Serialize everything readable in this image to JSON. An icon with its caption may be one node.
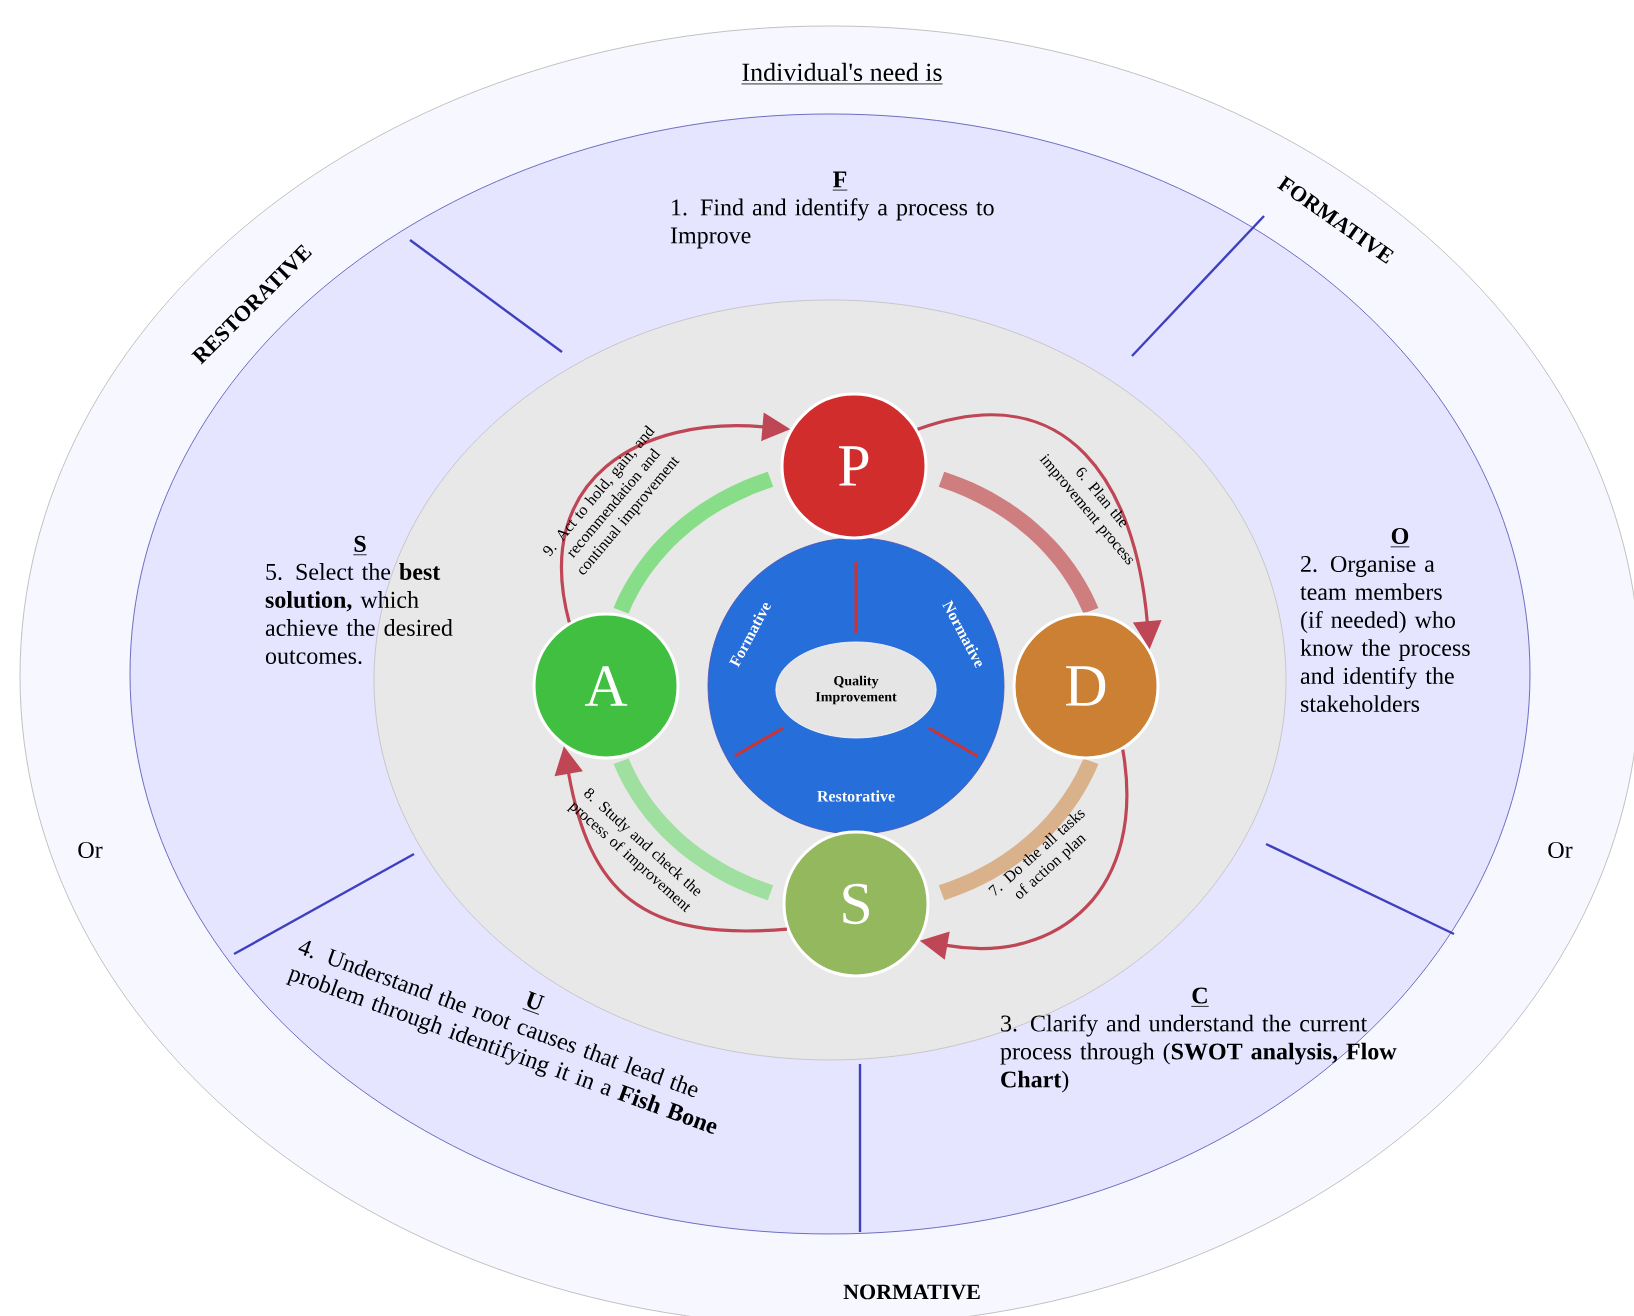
{
  "diagram": {
    "title": "Individual's need is",
    "nodes": [
      {
        "text": [
          "F",
          "1. Find and identify a process to Improve"
        ]
      },
      {
        "text": [
          "O",
          "2. Organise a team members (if needed) who know the process and identify the stakeholders"
        ]
      },
      {
        "text": [
          "C",
          "3. Clarify and understand the current process through (**SWOT analysis, Flow Chart**)"
        ]
      },
      {
        "text": [
          "U",
          "4. Understand the root causes that lead the problem through identifying it in a **Fish Bone**"
        ]
      },
      {
        "text": [
          "S",
          "5. Select the **best solution,** which achieve the desired outcomes."
        ]
      },
      {
        "text": [
          "P"
        ]
      },
      {
        "text": [
          "D"
        ]
      },
      {
        "text": [
          "S"
        ]
      },
      {
        "text": [
          "A"
        ]
      },
      {
        "text": [
          "Quality Improvement"
        ]
      }
    ],
    "edges": [
      {
        "from": 8,
        "to": 5,
        "arrow": "to"
      },
      {
        "from": 5,
        "to": 6,
        "arrow": "to"
      },
      {
        "from": 6,
        "to": 7,
        "arrow": "to"
      },
      {
        "from": 7,
        "to": 8,
        "arrow": "to"
      }
    ],
    "labels": [
      "RESTORATIVE",
      "FORMATIVE",
      "9. Act to hold, gain, and recommendation and continual improvement",
      "6. Plan the improvement process",
      "Formative",
      "Normative",
      "Restorative",
      "Or",
      "Or",
      "8. Study and check the process of improvement",
      "7. Do the all tasks of action plan",
      "NORMATIVE"
    ]
  }
}
